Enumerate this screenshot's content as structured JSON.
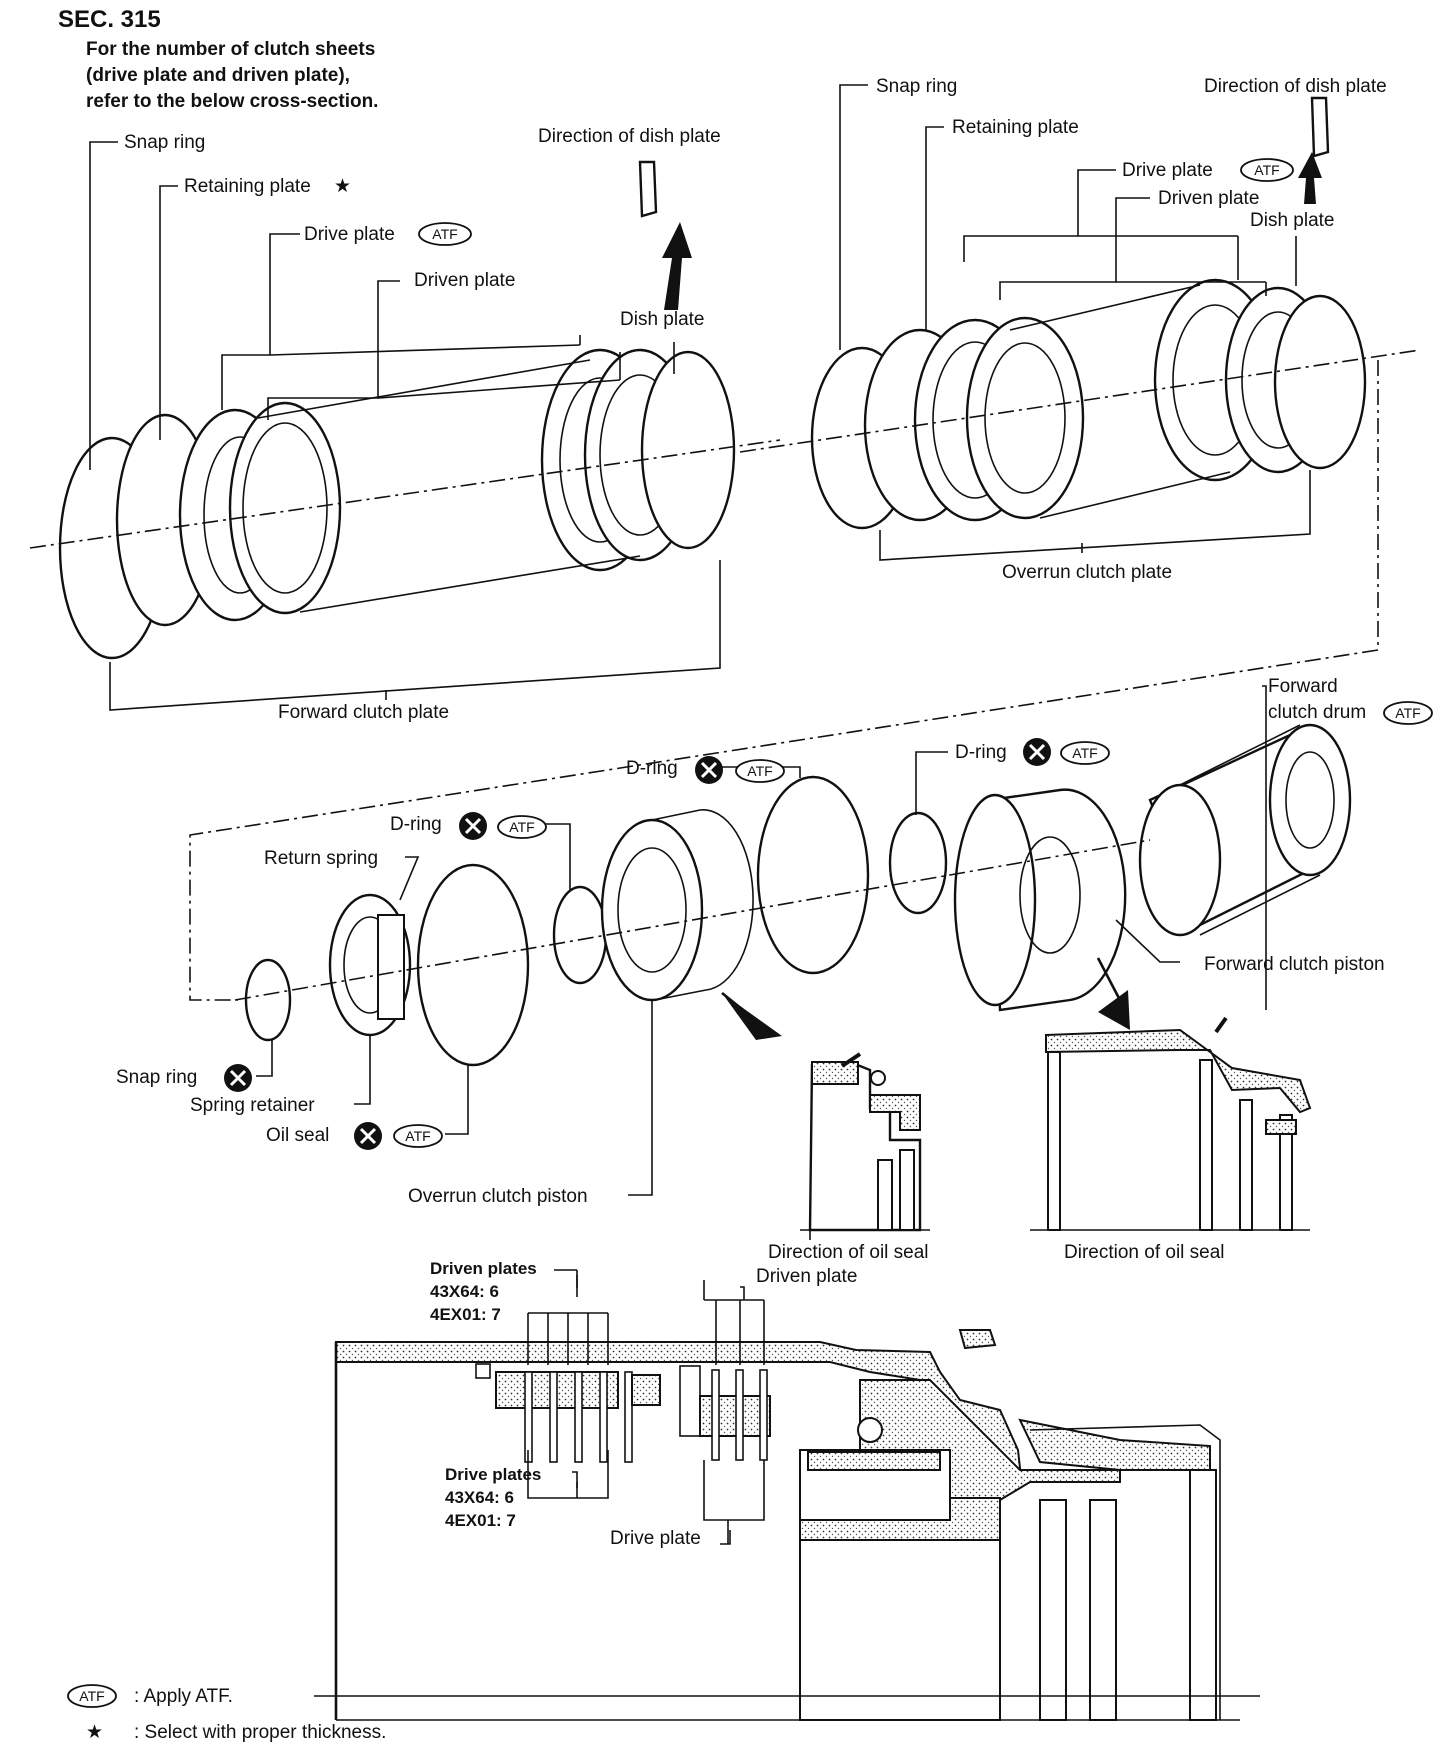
{
  "header": {
    "section": "SEC. 315",
    "note_lines": [
      "For the number of clutch sheets",
      "(drive plate and driven plate),",
      "refer to the below cross-section."
    ]
  },
  "forward_group": {
    "snap_ring": "Snap ring",
    "retaining_plate": "Retaining plate",
    "drive_plate": "Drive plate",
    "driven_plate": "Driven plate",
    "dish_plate": "Dish plate",
    "direction_of_dish_plate": "Direction of dish plate",
    "group_label": "Forward clutch plate"
  },
  "overrun_group": {
    "snap_ring": "Snap ring",
    "retaining_plate": "Retaining plate",
    "drive_plate": "Drive plate",
    "driven_plate": "Driven plate",
    "dish_plate": "Dish plate",
    "direction_of_dish_plate": "Direction of dish plate",
    "group_label": "Overrun clutch plate"
  },
  "drum": {
    "forward_clutch_drum_line1": "Forward",
    "forward_clutch_drum_line2": "clutch drum",
    "d_ring_top": "D-ring",
    "d_ring_right": "D-ring",
    "d_ring_left": "D-ring",
    "return_spring": "Return spring",
    "forward_clutch_piston": "Forward clutch piston",
    "snap_ring": "Snap ring",
    "spring_retainer": "Spring retainer",
    "oil_seal": "Oil seal",
    "overrun_clutch_piston": "Overrun clutch piston",
    "direction_of_oil_seal_left": "Direction of oil seal",
    "direction_of_oil_seal_right": "Direction of oil seal"
  },
  "cross_section": {
    "driven_plates_title": "Driven plates",
    "driven_plates_43x64": "43X64: 6",
    "driven_plates_4ex01": "4EX01: 7",
    "driven_plate": "Driven plate",
    "drive_plates_title": "Drive plates",
    "drive_plates_43x64": "43X64: 6",
    "drive_plates_4ex01": "4EX01: 7",
    "drive_plate": "Drive plate"
  },
  "symbols": {
    "atf": "ATF",
    "star": "★",
    "x_mark": "✕"
  },
  "legend": {
    "atf_desc": ": Apply ATF.",
    "star_desc": ": Select with proper thickness."
  }
}
